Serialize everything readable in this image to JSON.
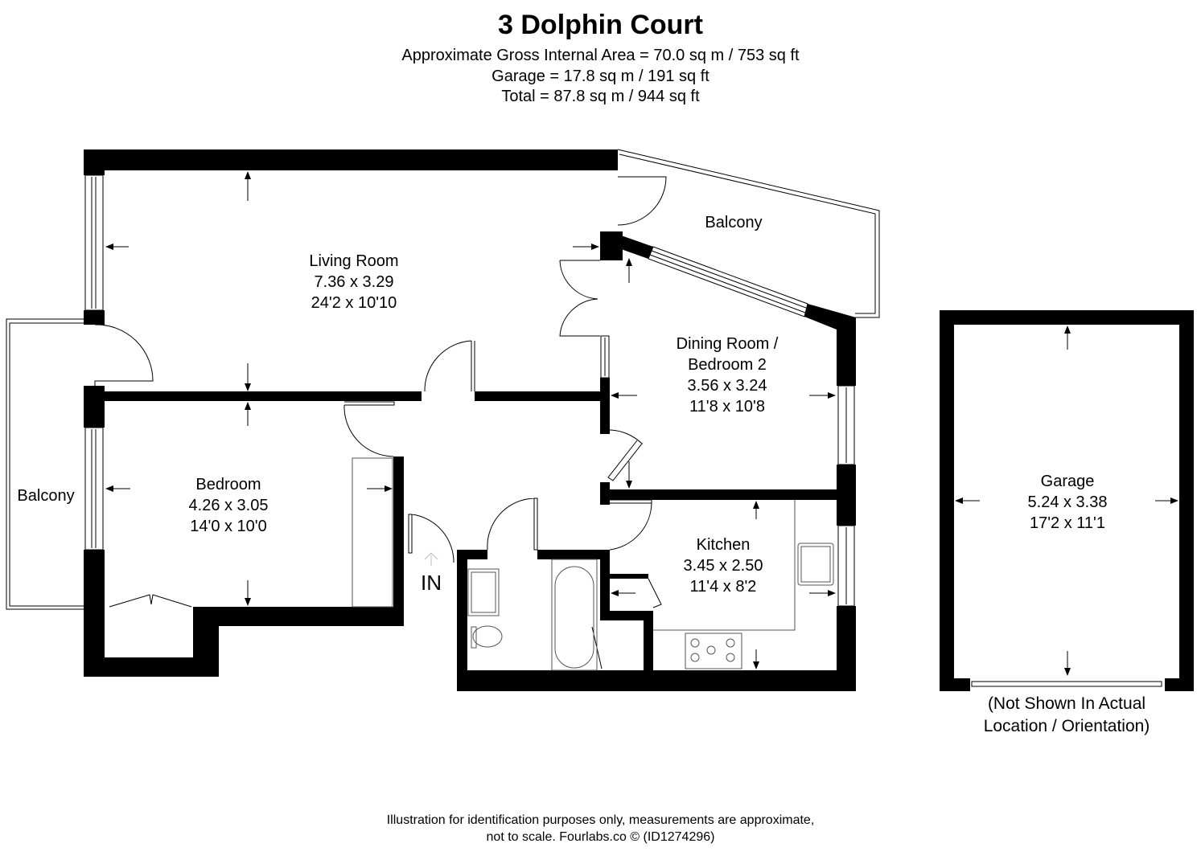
{
  "header": {
    "title": "3 Dolphin Court",
    "gross_internal_area": "Approximate Gross Internal Area = 70.0 sq m / 753 sq ft",
    "garage_area": "Garage = 17.8 sq m / 191 sq ft",
    "total_area": "Total = 87.8 sq m / 944 sq ft"
  },
  "rooms": {
    "living_room": {
      "name": "Living Room",
      "metric": "7.36 x 3.29",
      "imperial": "24'2 x 10'10"
    },
    "dining_room": {
      "name_line1": "Dining Room /",
      "name_line2": "Bedroom 2",
      "metric": "3.56 x 3.24",
      "imperial": "11'8 x 10'8"
    },
    "bedroom": {
      "name": "Bedroom",
      "metric": "4.26 x 3.05",
      "imperial": "14'0 x 10'0"
    },
    "kitchen": {
      "name": "Kitchen",
      "metric": "3.45 x 2.50",
      "imperial": "11'4 x 8'2"
    },
    "garage": {
      "name": "Garage",
      "metric": "5.24 x 3.38",
      "imperial": "17'2 x 11'1"
    },
    "balcony_top": {
      "name": "Balcony"
    },
    "balcony_left": {
      "name": "Balcony"
    }
  },
  "entrance": {
    "label": "IN"
  },
  "garage_note": {
    "line1": "(Not Shown In Actual",
    "line2": "Location / Orientation)"
  },
  "footer": {
    "line1": "Illustration for identification purposes only, measurements are approximate,",
    "line2": "not to scale. Fourlabs.co © (ID1274296)"
  },
  "colors": {
    "wall": "#000000",
    "background": "#ffffff",
    "line": "#000000",
    "fixture": "#555555"
  }
}
